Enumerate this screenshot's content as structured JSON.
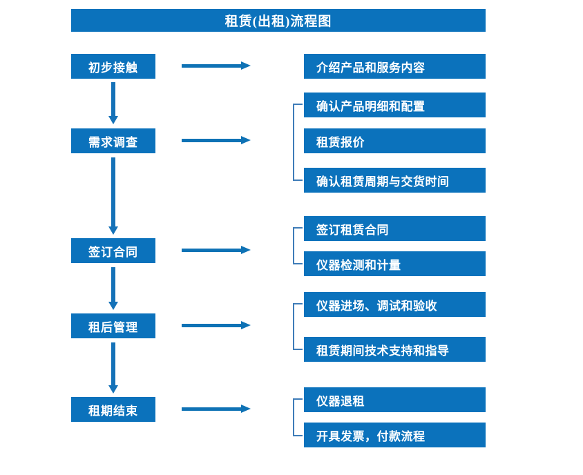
{
  "title": {
    "text": "租赁(出租)流程图"
  },
  "colors": {
    "box_blue": "#0B72BC",
    "arrow_blue": "#0E72B5",
    "bracket_blue": "#3E7CB8",
    "text_white": "#FFFFFF",
    "background": "#FFFFFF"
  },
  "stages": [
    {
      "label": "初步接触"
    },
    {
      "label": "需求调查"
    },
    {
      "label": "签订合同"
    },
    {
      "label": "租后管理"
    },
    {
      "label": "租期结束"
    }
  ],
  "details": [
    {
      "label": "介绍产品和服务内容"
    },
    {
      "label": "确认产品明细和配置"
    },
    {
      "label": "租赁报价"
    },
    {
      "label": "确认租赁周期与交货时间"
    },
    {
      "label": "签订租赁合同"
    },
    {
      "label": "仪器检测和计量"
    },
    {
      "label": "仪器进场、调试和验收"
    },
    {
      "label": "租赁期间技术支持和指导"
    },
    {
      "label": "仪器退租"
    },
    {
      "label": "开具发票，付款流程"
    }
  ],
  "groups": [
    {
      "stage": "需求调查",
      "details": [
        "确认产品明细和配置",
        "租赁报价",
        "确认租赁周期与交货时间"
      ]
    },
    {
      "stage": "签订合同",
      "details": [
        "签订租赁合同",
        "仪器检测和计量"
      ]
    },
    {
      "stage": "租后管理",
      "details": [
        "仪器进场、调试和验收",
        "租赁期间技术支持和指导"
      ]
    },
    {
      "stage": "租期结束",
      "details": [
        "仪器退租",
        "开具发票，付款流程"
      ]
    }
  ]
}
